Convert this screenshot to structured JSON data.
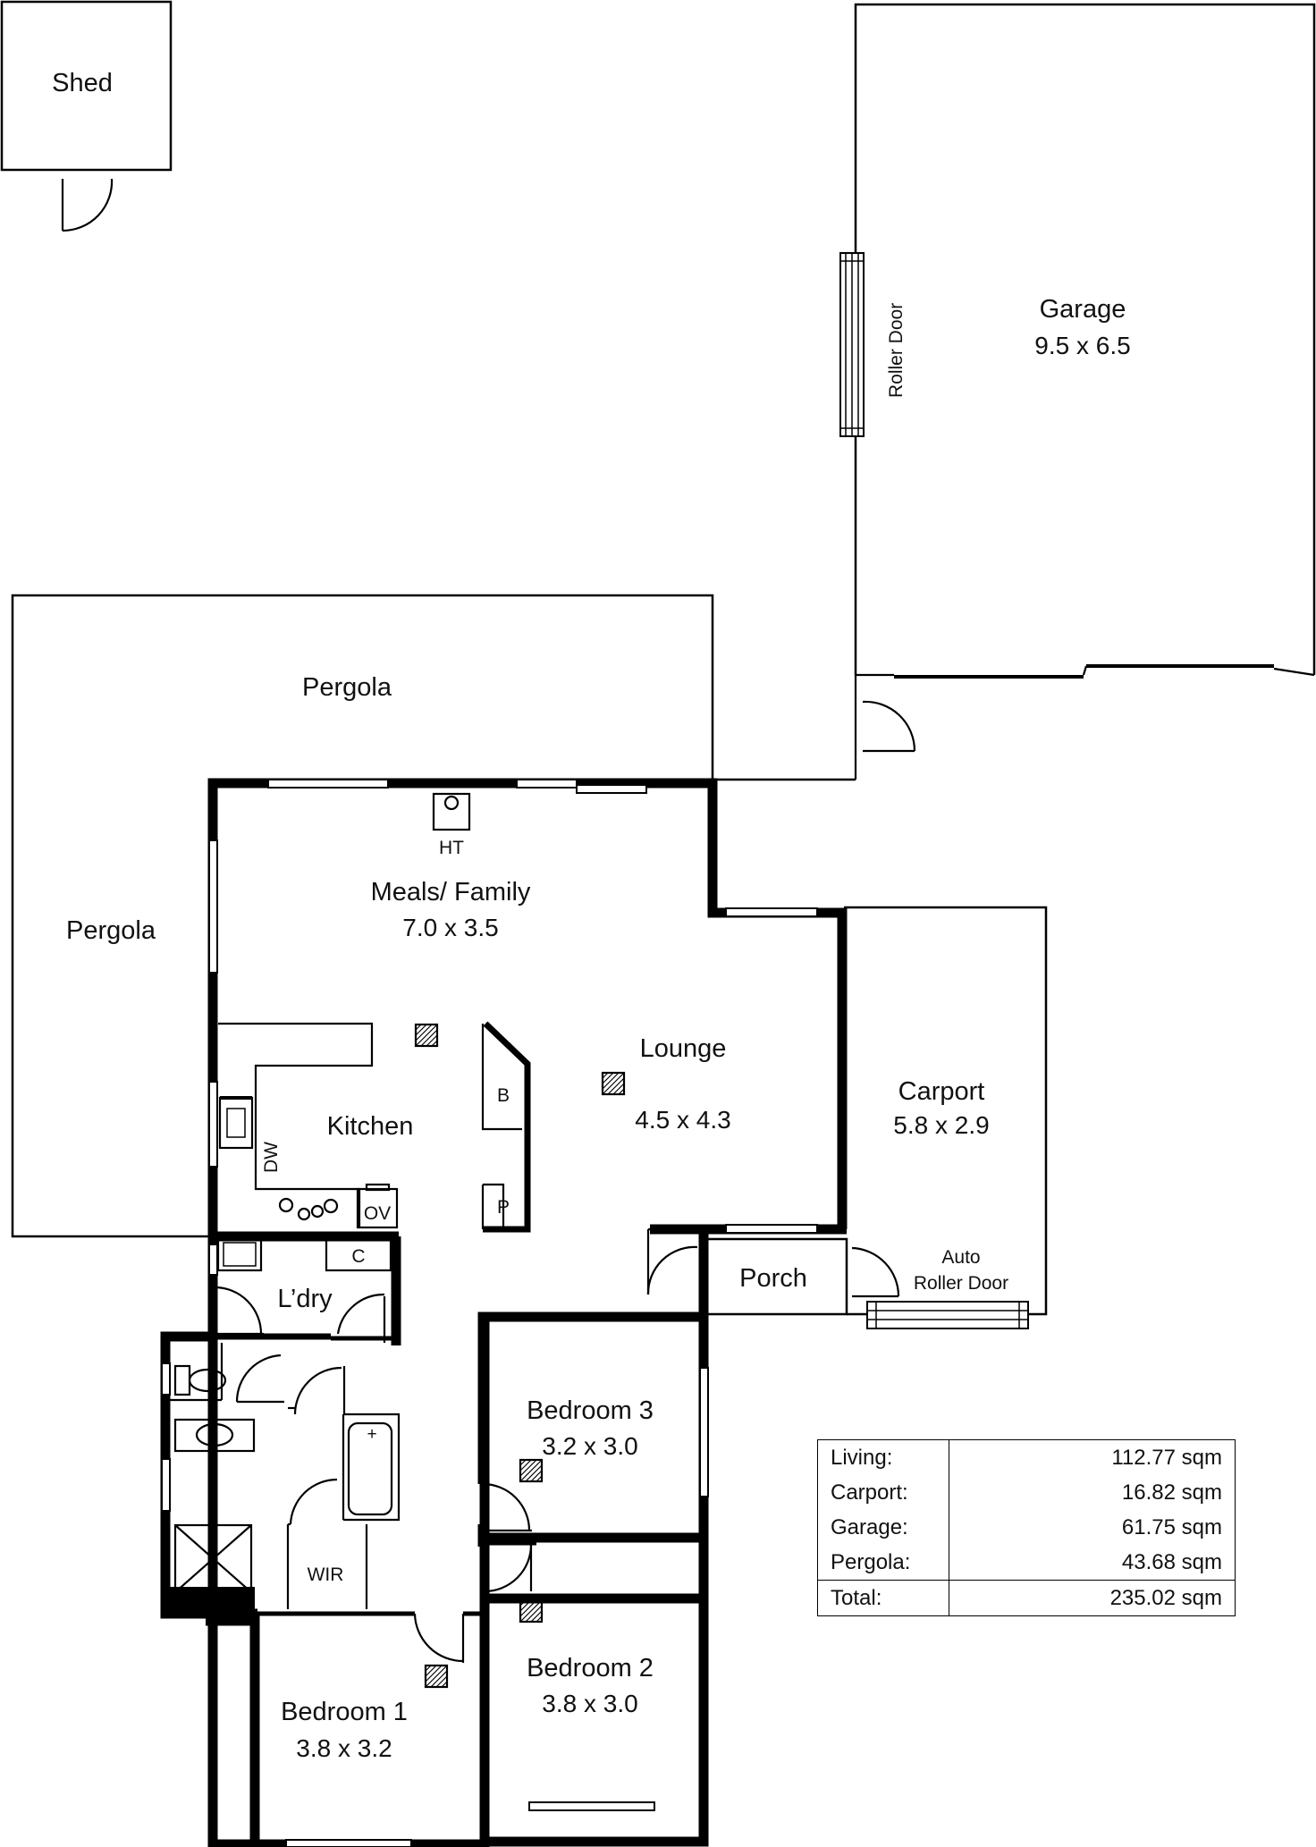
{
  "rooms": {
    "shed": {
      "name": "Shed"
    },
    "garage": {
      "name": "Garage",
      "dims": "9.5 x 6.5",
      "door_label": "Roller Door"
    },
    "pergola_top": {
      "name": "Pergola"
    },
    "pergola_left": {
      "name": "Pergola"
    },
    "meals_family": {
      "name": "Meals/ Family",
      "dims": "7.0 x 3.5"
    },
    "lounge": {
      "name": "Lounge",
      "dims": "4.5 x 4.3"
    },
    "kitchen": {
      "name": "Kitchen"
    },
    "carport": {
      "name": "Carport",
      "dims": "5.8 x 2.9",
      "door_label_1": "Auto",
      "door_label_2": "Roller Door"
    },
    "porch": {
      "name": "Porch"
    },
    "laundry": {
      "name": "L’dry"
    },
    "wir": {
      "name": "WIR"
    },
    "bedroom1": {
      "name": "Bedroom 1",
      "dims": "3.8 x 3.2"
    },
    "bedroom2": {
      "name": "Bedroom 2",
      "dims": "3.8 x 3.0"
    },
    "bedroom3": {
      "name": "Bedroom 3",
      "dims": "3.2 x 3.0"
    }
  },
  "fixtures": {
    "hot_water": "HT",
    "dishwasher": "DW",
    "oven": "OV",
    "bar": "B",
    "pantry": "P",
    "cupboard": "C"
  },
  "areas": [
    {
      "label": "Living:",
      "value": "112.77 sqm"
    },
    {
      "label": "Carport:",
      "value": "16.82 sqm"
    },
    {
      "label": "Garage:",
      "value": "61.75 sqm"
    },
    {
      "label": "Pergola:",
      "value": "43.68 sqm"
    },
    {
      "label": "Total:",
      "value": "235.02 sqm"
    }
  ]
}
